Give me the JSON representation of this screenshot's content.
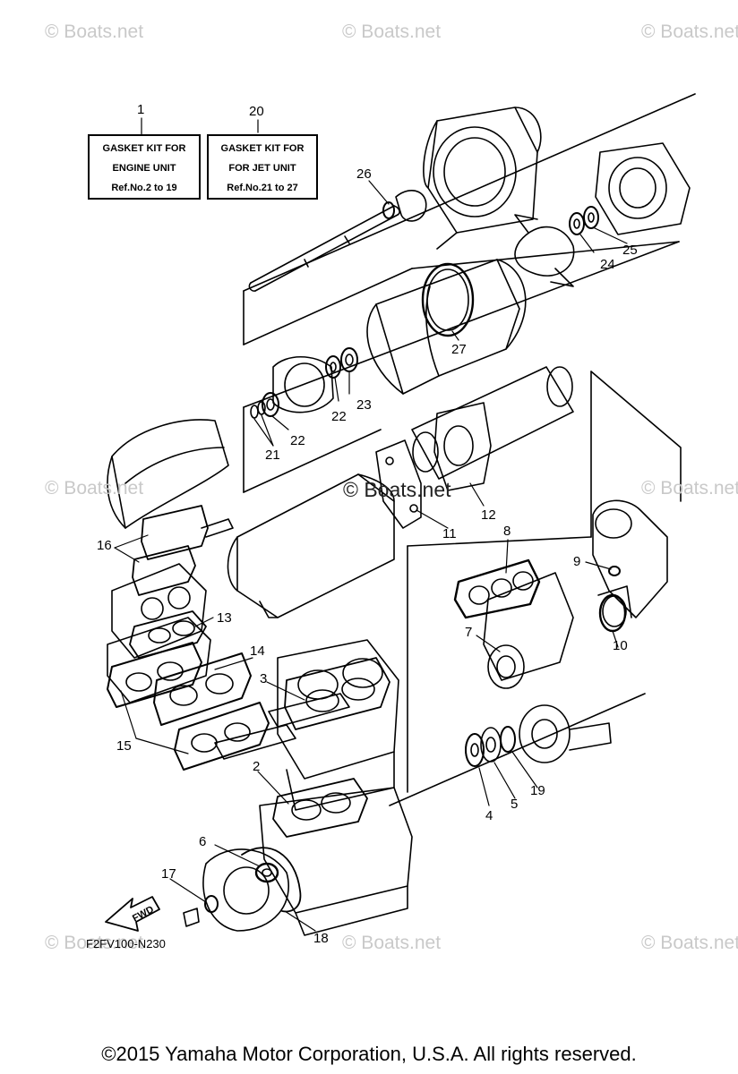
{
  "watermark": "© Boats.net",
  "center_watermark": "© Boats.net",
  "diagram_code": "F2FV100-N230",
  "fwd_label": "FWD",
  "copyright": "©2015 Yamaha Motor Corporation, U.S.A. All rights reserved.",
  "kits": [
    {
      "ref": "1",
      "lines": [
        "GASKET  KIT FOR",
        "ENGINE UNIT",
        "Ref.No.2 to 19"
      ]
    },
    {
      "ref": "20",
      "lines": [
        "GASKET  KIT FOR",
        "FOR JET UNIT",
        "Ref.No.21 to 27"
      ]
    }
  ],
  "callouts": [
    "2",
    "3",
    "4",
    "5",
    "6",
    "7",
    "8",
    "9",
    "10",
    "11",
    "12",
    "13",
    "14",
    "15",
    "16",
    "17",
    "18",
    "19",
    "21",
    "22",
    "22",
    "23",
    "24",
    "25",
    "26",
    "27"
  ]
}
